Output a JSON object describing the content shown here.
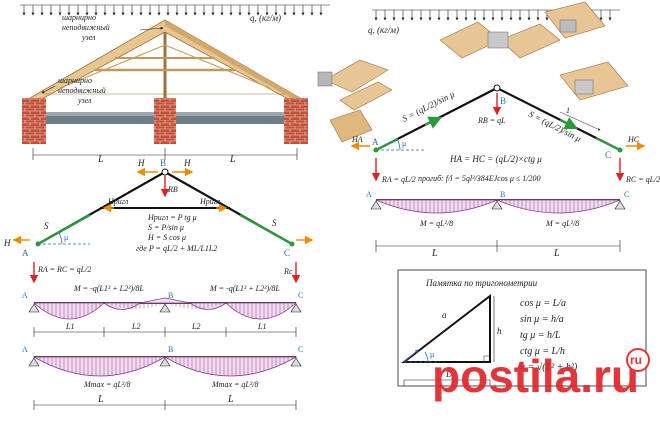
{
  "left_top": {
    "load_label": "q, (кг/м)",
    "hinge_top_1": "шарнирно",
    "hinge_top_2": "неподвижный",
    "hinge_top_3": "узел",
    "hinge_mid_1": "шарнирно",
    "hinge_mid_2": "неподвижный",
    "hinge_mid_3": "узел",
    "span_L1": "L",
    "span_L2": "L"
  },
  "left_mid": {
    "H_left": "H",
    "H_right": "H",
    "B": "B",
    "RB": "RB",
    "Hrig_left": "Hригл",
    "Hrig_right": "Hригл",
    "S_left": "S",
    "S_right": "S",
    "mu": "μ",
    "H_end": "H",
    "A": "A",
    "C": "C",
    "formulas": [
      "Hригл = P tg μ",
      "S = P/sin μ",
      "H = S cos μ",
      "где P = qL/2 + ML/L1L2"
    ],
    "RA_RC": "RA = RC = qL/2",
    "Rc": "Rc"
  },
  "left_bottom": {
    "M1": "M = -q(L1³ + L2³)/8L",
    "M2": "M = -q(L1³ + L2³)/8L",
    "A": "A",
    "B": "B",
    "C": "C",
    "L1a": "L1",
    "L2a": "L2",
    "L2b": "L2",
    "L1b": "L1",
    "Mmax1": "Mmax = qL²/8",
    "Mmax2": "Mmax = qL²/8",
    "A2": "A",
    "B2": "B",
    "C2": "C",
    "L_a": "L",
    "L_b": "L"
  },
  "right_top": {
    "load_label": "q, (кг/м)",
    "A": "A",
    "B": "B",
    "C": "C",
    "HA": "HA",
    "HC": "HC",
    "RB": "RB = qL",
    "S_left": "S = (qL/2)/sin μ",
    "S_right": "S = (qL/2)/sin μ",
    "mu": "μ",
    "one": "1",
    "H_formula": "HA = HC = (qL/2)×ctg μ",
    "deflection": "прогиб: f/l = 5ql³/384EJcos μ ≤ 1/200",
    "RA": "RA = qL/2",
    "RC": "RC = qL/2",
    "M1": "M = qL²/8",
    "M2": "M = qL²/8",
    "A2": "A",
    "B2": "B",
    "C2": "C",
    "L_a": "L",
    "L_b": "L"
  },
  "trig": {
    "title": "Памятка по тригонометрии",
    "a": "a",
    "h": "h",
    "L": "L",
    "mu": "μ",
    "f1": "cos μ = L/a",
    "f2": "sin μ = h/a",
    "f3": "tg μ = h/L",
    "f4": "ctg μ = L/h",
    "f5": "a = √(L² + h²)"
  },
  "watermark": {
    "text": "postila.ru",
    "badge": "ru"
  }
}
